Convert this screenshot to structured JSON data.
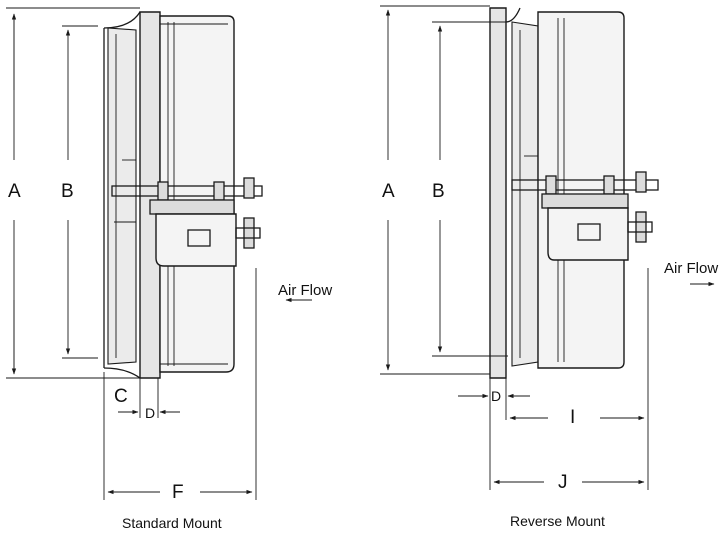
{
  "standard_mount": {
    "caption": "Standard Mount",
    "airflow_label": "Air Flow",
    "dims": {
      "a": "A",
      "b": "B",
      "c": "C",
      "d": "D",
      "f": "F"
    }
  },
  "reverse_mount": {
    "caption": "Reverse Mount",
    "airflow_label": "Air Flow",
    "dims": {
      "a": "A",
      "b": "B",
      "d": "D",
      "i": "I",
      "j": "J"
    }
  }
}
